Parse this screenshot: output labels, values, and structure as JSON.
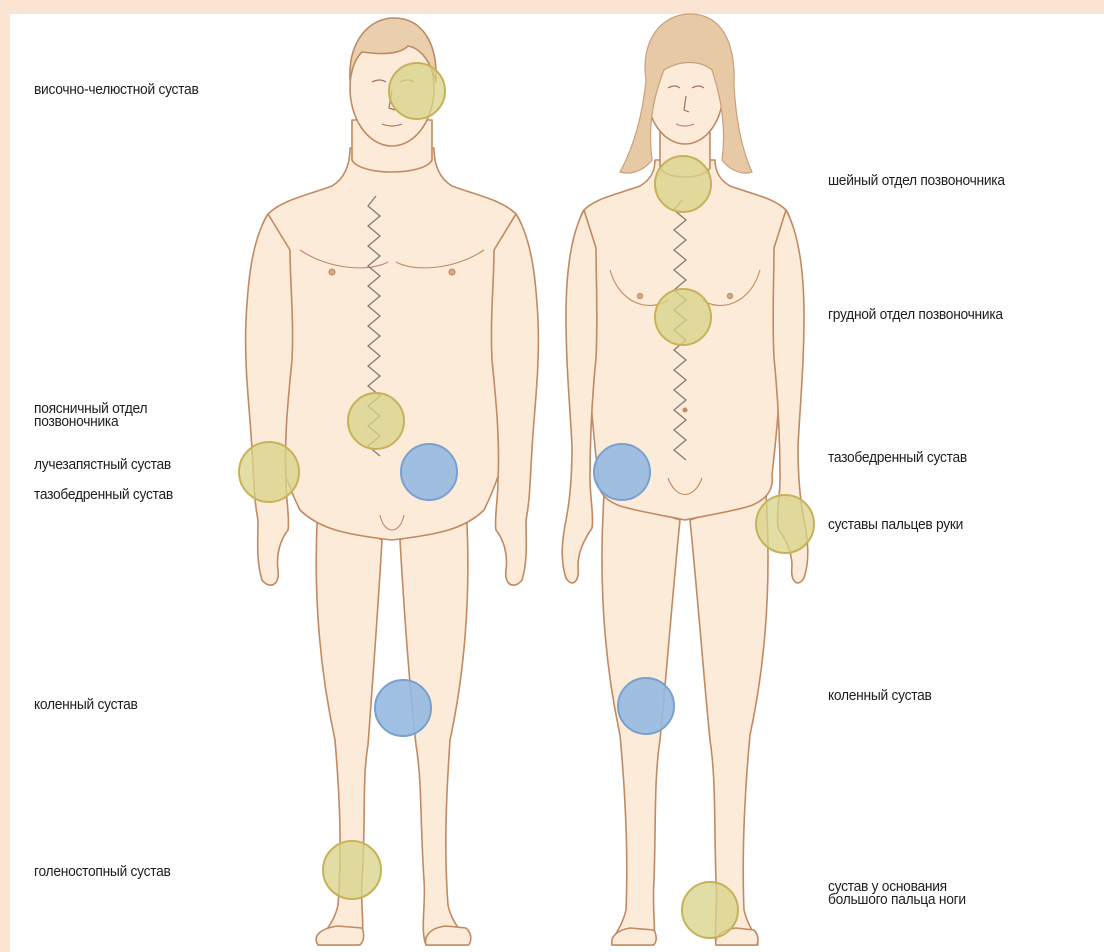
{
  "diagram": {
    "colors": {
      "background_frame": "#fbe4d2",
      "panel": "#ffffff",
      "skin_fill": "#fdebd9",
      "skin_outline": "#c08a63",
      "spine_line": "#8a7a70",
      "marker_yellow": "#d9d38a",
      "marker_yellow_stroke": "#c7b25a",
      "marker_blue": "#96b9e0",
      "marker_blue_stroke": "#7aa0cf",
      "text": "#1e1e1e"
    },
    "figures": [
      "male",
      "female"
    ],
    "labels": {
      "tmj": "височно-челюстной сустав",
      "lumbar": "поясничный отдел\nпозвоночника",
      "wrist": "лучезапястный сустав",
      "hip_left": "тазобедренный сустав",
      "knee_left": "коленный сустав",
      "ankle": "голеностопный сустав",
      "cervical": "шейный отдел позвоночника",
      "thoracic": "грудной отдел позвоночника",
      "hip_right": "тазобедренный сустав",
      "finger_joints": "суставы пальцев руки",
      "knee_right": "коленный сустав",
      "big_toe": "сустав у основания\nбольшого пальца ноги"
    },
    "markers": [
      {
        "joint": "tmj",
        "color": "yellow"
      },
      {
        "joint": "lumbar",
        "color": "yellow"
      },
      {
        "joint": "wrist",
        "color": "yellow"
      },
      {
        "joint": "hip",
        "color": "blue"
      },
      {
        "joint": "knee",
        "color": "blue"
      },
      {
        "joint": "ankle",
        "color": "yellow"
      },
      {
        "joint": "cervical",
        "color": "yellow"
      },
      {
        "joint": "thoracic",
        "color": "yellow"
      },
      {
        "joint": "hip",
        "color": "blue"
      },
      {
        "joint": "finger_joints",
        "color": "yellow"
      },
      {
        "joint": "knee",
        "color": "blue"
      },
      {
        "joint": "big_toe",
        "color": "yellow"
      }
    ]
  }
}
